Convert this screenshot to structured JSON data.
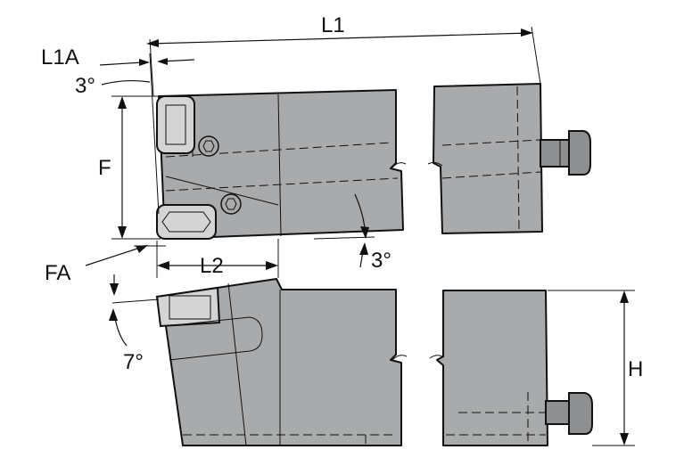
{
  "labels": {
    "l1": "L1",
    "l1a": "L1A",
    "angle_top": "3°",
    "f": "F",
    "fa": "FA",
    "l2": "L2",
    "angle_right": "3°",
    "angle_bottom": "7°",
    "h": "H"
  },
  "colors": {
    "body_fill": "#a9aaac",
    "insert_fill": "#d4d4d4",
    "stroke": "#111111"
  }
}
